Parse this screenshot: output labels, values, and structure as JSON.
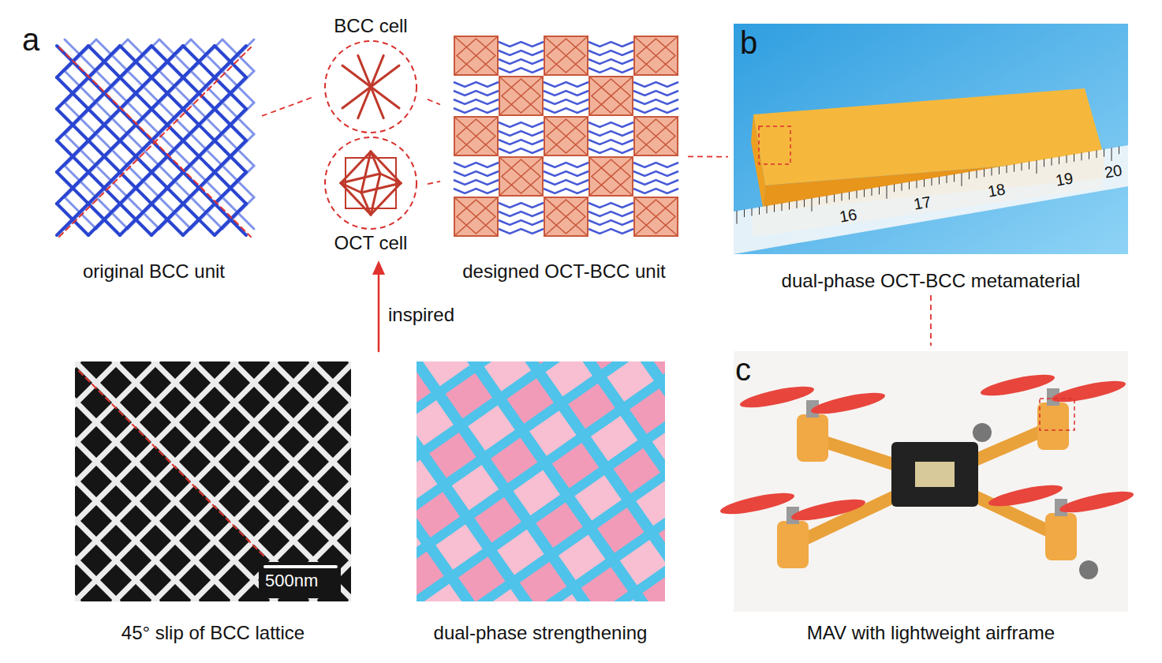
{
  "diagram": {
    "nodes": [
      {
        "text": [
          "original BCC unit"
        ]
      },
      {
        "text": [
          "BCC cell"
        ]
      },
      {
        "text": [
          "OCT cell"
        ]
      },
      {
        "text": [
          "designed OCT-BCC unit"
        ]
      },
      {
        "text": [
          "dual-phase OCT-BCC metamaterial"
        ]
      },
      {
        "text": [
          "45° slip of BCC lattice"
        ]
      },
      {
        "text": [
          "dual-phase strengthening"
        ]
      },
      {
        "text": [
          "MAV with lightweight airframe"
        ]
      }
    ],
    "edges": [
      {
        "from": 0,
        "to": 1,
        "arrow": "none"
      },
      {
        "from": 1,
        "to": 3,
        "arrow": "none"
      },
      {
        "from": 2,
        "to": 3,
        "arrow": "none"
      },
      {
        "from": 3,
        "to": 4,
        "arrow": "none"
      },
      {
        "from": 4,
        "to": 7,
        "arrow": "none"
      }
    ],
    "labels": [
      "a",
      "b",
      "c",
      "inspired",
      "500nm",
      "16",
      "17",
      "18",
      "19",
      "20"
    ]
  }
}
